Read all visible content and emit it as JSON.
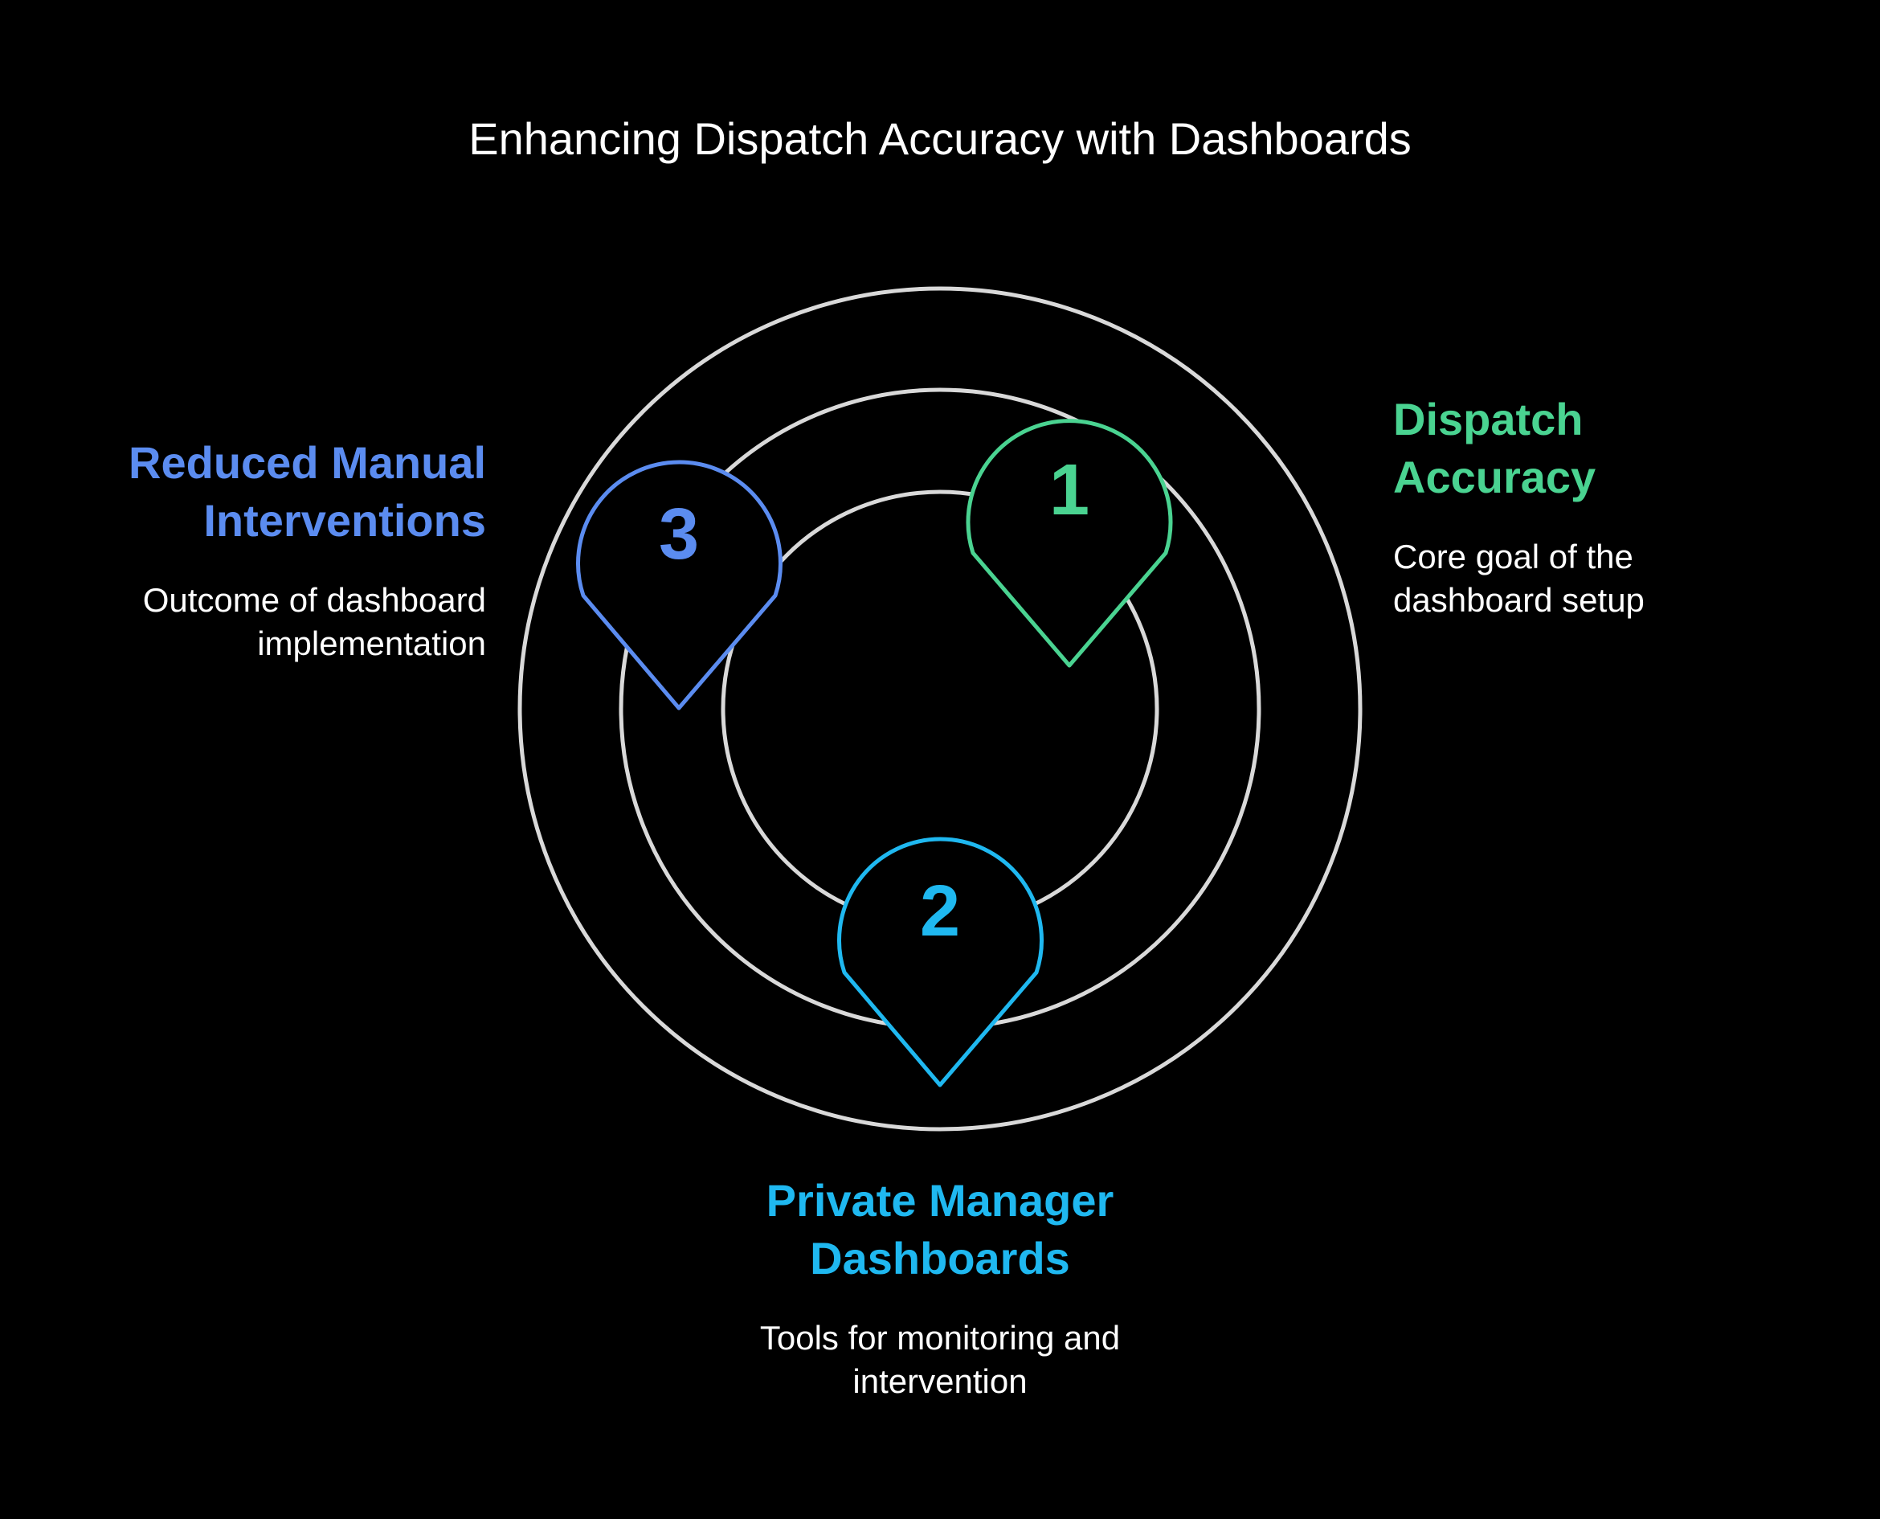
{
  "title": "Enhancing Dispatch Accuracy with Dashboards",
  "colors": {
    "background": "#000000",
    "rings": "#d9d9d9",
    "green": "#4ad391",
    "blue": "#5b8cf0",
    "cyan": "#1fb8f0",
    "text": "#ffffff"
  },
  "markers": [
    {
      "number": "1",
      "color": "#4ad391"
    },
    {
      "number": "2",
      "color": "#1fb8f0"
    },
    {
      "number": "3",
      "color": "#5b8cf0"
    }
  ],
  "items": [
    {
      "heading_lines": [
        "Dispatch",
        "Accuracy"
      ],
      "desc_lines": [
        "Core goal of the",
        "dashboard setup"
      ],
      "color": "#4ad391"
    },
    {
      "heading_lines": [
        "Private Manager",
        "Dashboards"
      ],
      "desc_lines": [
        "Tools for monitoring and",
        "intervention"
      ],
      "color": "#1fb8f0"
    },
    {
      "heading_lines": [
        "Reduced Manual",
        "Interventions"
      ],
      "desc_lines": [
        "Outcome of dashboard",
        "implementation"
      ],
      "color": "#5b8cf0"
    }
  ]
}
